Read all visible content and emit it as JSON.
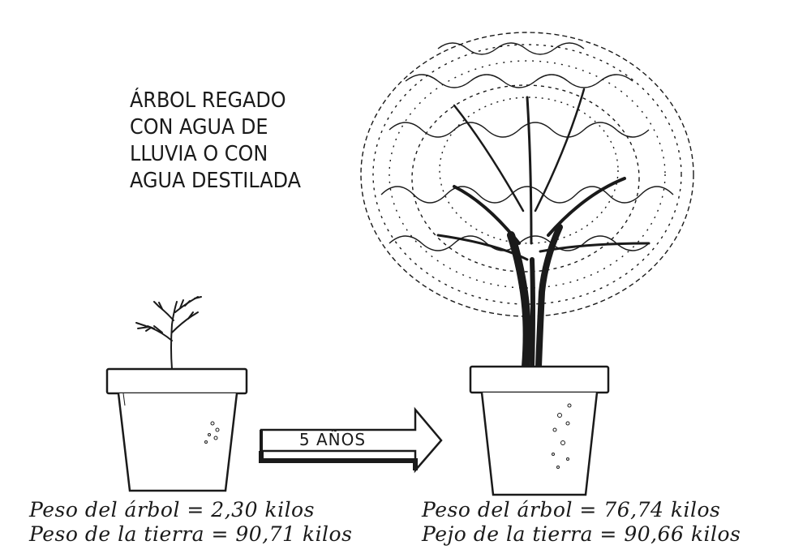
{
  "title_lines": [
    "ÁRBOL REGADO",
    "CON AGUA DE",
    "LLUVIA O CON",
    "AGUA DESTILADA"
  ],
  "arrow_label": "5 AÑOS",
  "before": {
    "tree_weight": "Peso del árbol = 2,30 kilos",
    "soil_weight": "Peso de la tierra = 90,71 kilos"
  },
  "after": {
    "tree_weight": "Peso del árbol = 76,74 kilos",
    "soil_weight": "Pejo de la tierra = 90,66 kilos"
  },
  "colors": {
    "ink": "#1a1a1a",
    "paper": "#ffffff"
  }
}
